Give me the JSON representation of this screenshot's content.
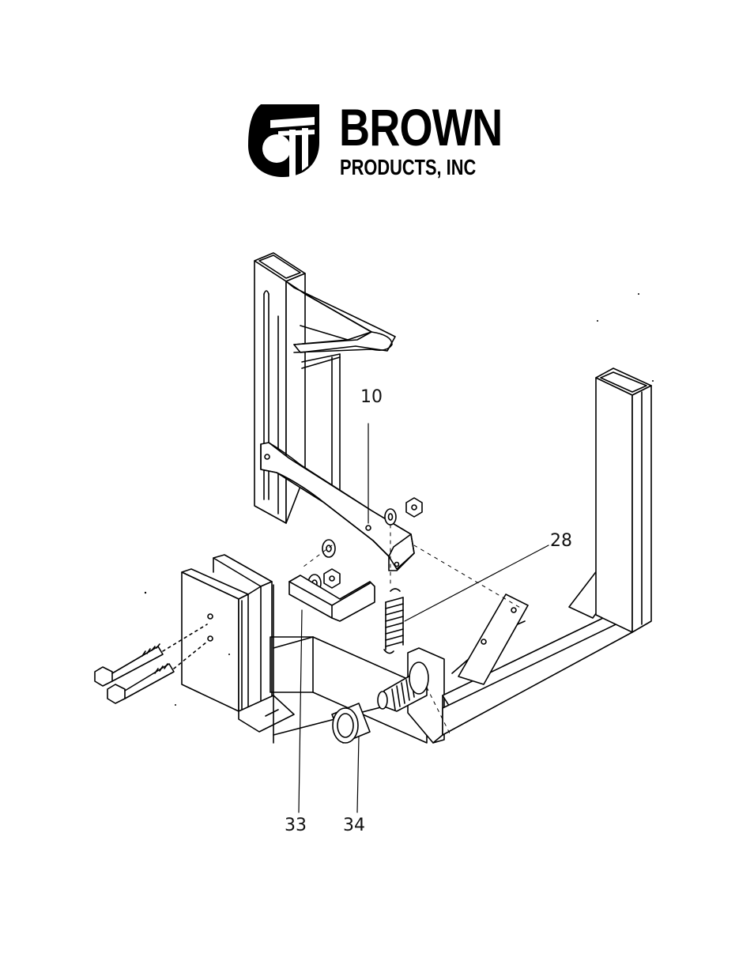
{
  "brand": {
    "name": "BROWN",
    "sub": "PRODUCTS, INC"
  },
  "callouts": {
    "c10": "10",
    "c28": "28",
    "c33": "33",
    "c34": "34"
  },
  "colors": {
    "ink": "#000000",
    "paper": "#ffffff"
  }
}
